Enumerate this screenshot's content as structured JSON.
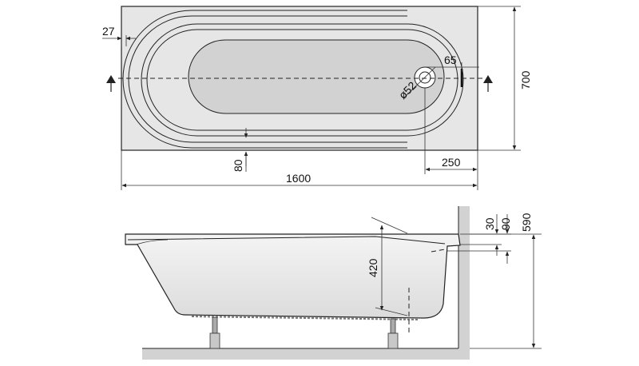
{
  "top_view": {
    "dim_width": "1600",
    "dim_height": "700",
    "dim_side": "27",
    "dim_drain_right": "65",
    "dim_drain_diameter": "ø52",
    "dim_drain_offset": "250",
    "dim_center": "80"
  },
  "side_view": {
    "dim_total_height": "590",
    "dim_depth": "420",
    "dim_rim": "30",
    "dim_overflow": "90"
  },
  "colors": {
    "fill_light": "#e6e6e6",
    "fill_mid": "#d2d2d2",
    "line": "#222222"
  }
}
